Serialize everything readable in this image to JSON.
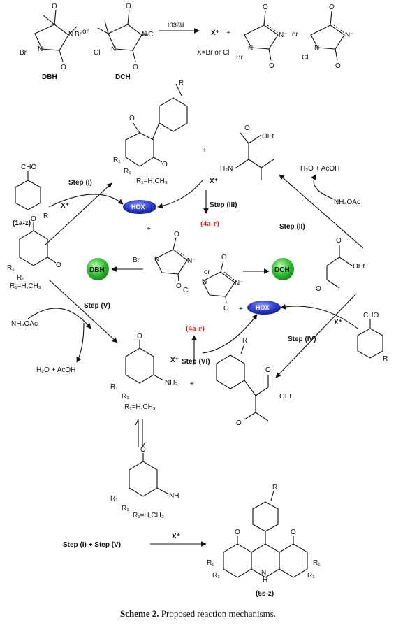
{
  "top": {
    "dbh_label": "DBH",
    "dch_label": "DCH",
    "or": "or",
    "insitu": "insitu",
    "x_plus": "X⁺",
    "plus": "+",
    "x_def": "X=Br or Cl",
    "br": "Br",
    "cl": "Cl",
    "n": "N",
    "n_minus": "N⁻"
  },
  "center": {
    "hox": "HOX",
    "dbh": "DBH",
    "dch": "DCH",
    "prod_4ar": "(4a-r)",
    "prod_5sz": "(5s-z)"
  },
  "steps": {
    "s1": "Step (I)",
    "s2": "Step (II)",
    "s3": "Step (III)",
    "s4": "Step (IV)",
    "s5": "Step (V)",
    "s6": "Step (VI)"
  },
  "labels": {
    "cho": "CHO",
    "r": "R",
    "r1": "R₁",
    "r1_def": "R₁=H,CH₃",
    "oet": "OEt",
    "h2n": "H₂N",
    "nh2": "NH₂",
    "nh": "NH",
    "h": "H",
    "o": "O",
    "label_1az": "(1a-z)",
    "nh4oac": "NH₄OAc",
    "h2o_acoh": "H₂O  +  AcOH",
    "bottom_eq": "Step (I)   +   Step (V)"
  },
  "caption": {
    "prefix": "Scheme 2.",
    "text": " Proposed reaction mechanisms."
  },
  "colors": {
    "hox_blue": "#2a39c9",
    "ball_green": "#39c83a",
    "red_text": "#e21b1b"
  }
}
